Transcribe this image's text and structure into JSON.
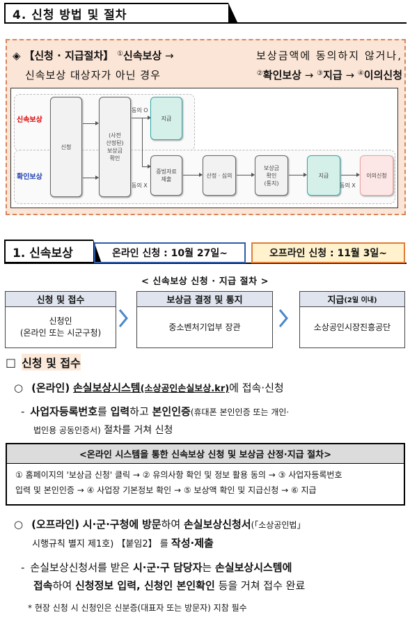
{
  "section": {
    "title": "4. 신청 방법 및 절차"
  },
  "process": {
    "marker": "◈",
    "label": "【신청 · 지급절차】",
    "n1": "①",
    "step1": "신속보상",
    "arrow": "→",
    "cond": "보상금액에 동의하지 않거나,",
    "line2": "신속보상 대상자가 아닌 경우",
    "n2": "②",
    "step2": "확인보상",
    "n3": "③",
    "step3": "지급",
    "n4": "④",
    "step4": "이의신청"
  },
  "flow": {
    "lane1": "신속보상",
    "lane2": "확인보상",
    "apply": "신청",
    "confirm": "(사전\n산정된)\n보상금\n확인",
    "agree_o": "동의 O",
    "agree_x": "동의 X",
    "pay": "지급",
    "docs": "증빙자료\n제출",
    "review": "산정 · 심의",
    "notice": "보상금\n확인\n(통지)",
    "pay2": "지급",
    "agree_x2": "동의 X",
    "objection": "이의신청"
  },
  "sub": {
    "title": "1. 신속보상",
    "online": "온라인 신청 : 10월 27일~",
    "offline": "오프라인 신청 : 11월 3일~",
    "steps_title": "< 신속보상 신청 · 지급 절차 >"
  },
  "steps": [
    {
      "head": "신청 및 접수",
      "line1": "신청인",
      "line2": "(온라인 또는 시군구청)"
    },
    {
      "head": "보상금 결정 및 통지",
      "line1": "중소벤처기업부 장관",
      "line2": ""
    },
    {
      "head": "지급",
      "head_small": "(2일 이내)",
      "line1": "소상공인시장진흥공단",
      "line2": ""
    }
  ],
  "apply": {
    "box": "□",
    "title": "신청 및 접수",
    "online_mark": "○",
    "online_label": "(온라인)",
    "online_sys": "손실보상시스템",
    "online_url": "(소상공인손실보상.kr)",
    "online_tail": "에 접속·신청",
    "dash": "-",
    "biz_no": "사업자등록번호",
    "biz_a": "를",
    "biz_input": "입력",
    "biz_b": "하고",
    "verify": "본인인증",
    "verify_paren": "(휴대폰 본인인증 또는 개인·",
    "verify_paren2": "법인용 공동인증서)",
    "verify_tail": "절차를 거쳐 신청",
    "proc_title": "<온라인 시스템을 통한 신속보상 신청 및 보상금 산정·지급 절차>",
    "proc_line1": "① 홈페이지의 '보상금 신청' 클릭 → ② 유의사항 확인 및 정보 활용 동의 → ③ 사업자등록번호",
    "proc_line2": "입력 및 본인인증 → ④ 사업장 기본정보 확인 → ⑤ 보상액 확인 및 지급신청 → ⑥ 지급",
    "offline_label": "(오프라인)",
    "offline_place": "시·군·구청에",
    "offline_visit": "방문",
    "offline_a": "하여",
    "offline_form": "손실보상신청서",
    "offline_ref": "(「소상공인법」",
    "offline_ref2": "시행규칙 별지 제1호)",
    "attach": "【붙임2】",
    "attach_a": "를",
    "write": "작성·제출",
    "recv_a": "손실보상신청서를 받은",
    "recv_who": "시·군·구 담당자",
    "recv_b": "는",
    "recv_sys": "손실보상시스템에",
    "recv_c": "접속",
    "recv_d": "하여",
    "recv_e": "신청정보 입력, 신청인 본인확인",
    "recv_f": "등을 거쳐 접수 완료",
    "note": "* 현장 신청 시 신청인은 신분증(대표자 또는 방문자) 지참 필수"
  }
}
